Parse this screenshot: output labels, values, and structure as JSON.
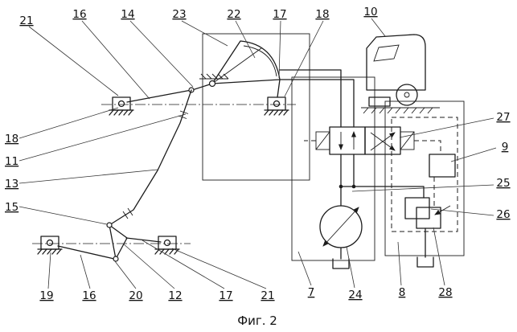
{
  "figure": {
    "caption": "Фиг. 2"
  },
  "ref_labels": {
    "top": [
      "21",
      "16",
      "14",
      "23",
      "22",
      "17",
      "18",
      "10"
    ],
    "left": [
      "18",
      "11",
      "13",
      "15"
    ],
    "right": [
      "27",
      "9",
      "25",
      "26"
    ],
    "bottom": [
      "19",
      "16",
      "20",
      "12",
      "17",
      "21",
      "7",
      "24",
      "8",
      "28"
    ]
  },
  "colors": {
    "line": "#1c1c1c",
    "background": "#ffffff"
  }
}
